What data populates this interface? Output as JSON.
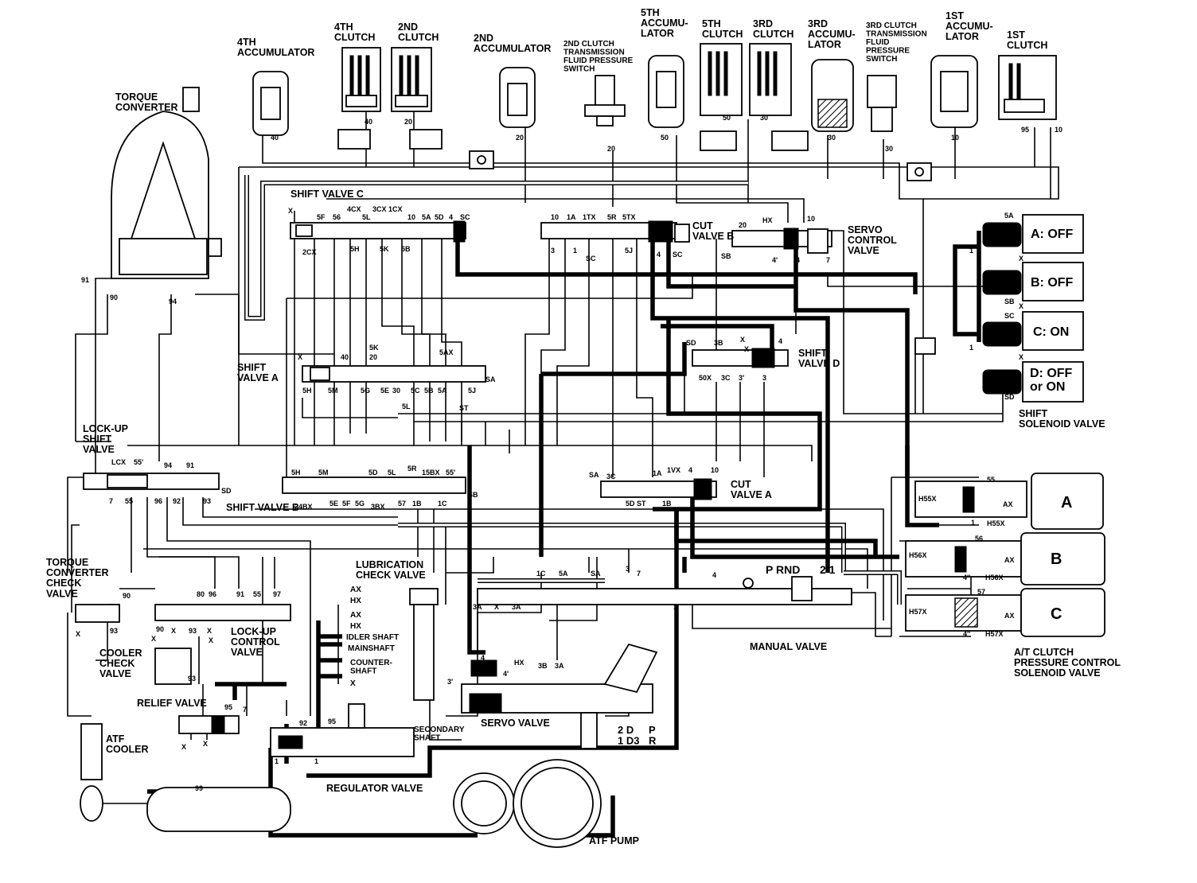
{
  "components": {
    "accumulator_4th": "4TH\nACCUMULATOR",
    "clutch_4th": "4TH\nCLUTCH",
    "clutch_2nd": "2ND\nCLUTCH",
    "accumulator_2nd": "2ND\nACCUMULATOR",
    "switch_2nd": "2ND CLUTCH\nTRANSMISSION\nFLUID PRESSURE\nSWITCH",
    "accumulator_5th": "5TH\nACCUMU-\nLATOR",
    "clutch_5th": "5TH\nCLUTCH",
    "clutch_3rd": "3RD\nCLUTCH",
    "accumulator_3rd": "3RD\nACCUMU-\nLATOR",
    "switch_3rd": "3RD CLUTCH\nTRANSMISSION\nFLUID\nPRESSURE\nSWITCH",
    "accumulator_1st": "1ST\nACCUMU-\nLATOR",
    "clutch_1st": "1ST\nCLUTCH",
    "torque_converter": "TORQUE\nCONVERTER",
    "shift_valve_c": "SHIFT VALVE C",
    "cut_valve_b": "CUT\nVALVE B",
    "servo_control_valve": "SERVO\nCONTROL\nVALVE",
    "shift_valve_a": "SHIFT\nVALVE A",
    "shift_valve_d": "SHIFT\nVALVE D",
    "lock_up_shift_valve": "LOCK-UP\nSHIFT\nVALVE",
    "shift_valve_b": "SHIFT VALVE B",
    "cut_valve_a": "CUT\nVALVE A",
    "shift_solenoid_valve": "SHIFT\nSOLENOID VALVE",
    "torque_converter_check_valve": "TORQUE\nCONVERTER\nCHECK\nVALVE",
    "lubrication_check_valve": "LUBRICATION\nCHECK VALVE",
    "cooler_check_valve": "COOLER\nCHECK\nVALVE",
    "lock_up_control_valve": "LOCK-UP\nCONTROL\nVALVE",
    "manual_valve": "MANUAL VALVE",
    "at_clutch_pcs": "A/T CLUTCH\nPRESSURE CONTROL\nSOLENOID VALVE",
    "relief_valve": "RELIEF VALVE",
    "atf_cooler": "ATF\nCOOLER",
    "servo_valve": "SERVO VALVE",
    "regulator_valve": "REGULATOR VALVE",
    "atf_pump": "ATF PUMP"
  },
  "solenoid_states": {
    "a": "A: OFF",
    "b": "B: OFF",
    "c": "C: ON",
    "d": "D: OFF\nor ON"
  },
  "pcs_boxes": {
    "a": "A",
    "b": "B",
    "c": "C"
  },
  "manual_positions": "P RND",
  "manual_suffix": "2 1",
  "servo_positions": {
    "left": "2 D\n1 D3",
    "right": "P\nR"
  },
  "lube_outlets": [
    "AX",
    "HX",
    "AX",
    "HX",
    "IDLER SHAFT",
    "MAINSHAFT",
    "COUNTER-\nSHAFT",
    "X"
  ],
  "secondary_shaft": "SECONDARY\nSHAFT",
  "ports": {
    "c40a": "40",
    "c20a": "20",
    "c20b": "20",
    "c20c": "20",
    "c50": "50",
    "c30a": "30",
    "c30b": "30",
    "c30c": "30",
    "c10a": "10",
    "c95": "95",
    "c10b": "10",
    "svc_x": "X",
    "svc_5f": "5F",
    "svc_56": "56",
    "svc_4cx": "4CX",
    "svc_5l": "5L",
    "svc_3cx": "3CX",
    "svc_1cx": "1CX",
    "svc_10": "10",
    "svc_5a": "5A",
    "svc_5d": "5D",
    "svc_4": "4",
    "svc_sc": "SC",
    "svc_2cx": "2CX",
    "svc_5h": "5H",
    "svc_5k": "5K",
    "svc_5b": "5B",
    "cvb_10": "10",
    "cvb_1a": "1A",
    "cvb_1tx": "1TX",
    "cvb_5r": "5R",
    "cvb_5tx": "5TX",
    "cvb_3": "3",
    "cvb_1": "1",
    "cvb_sc": "SC",
    "cvb_5j": "5J",
    "cvb_4": "4",
    "cvb_sc2": "SC",
    "scv_20": "20",
    "scv_hx": "HX",
    "scv_10": "10",
    "scv_sb": "SB",
    "scv_4p": "4'",
    "scv_4": "4",
    "scv_7": "7",
    "sol_5a": "5A",
    "sol_1a": "1",
    "sol_xa": "X",
    "sol_sb": "SB",
    "sol_xb": "X",
    "sol_sc": "SC",
    "sol_1c": "1",
    "sol_xc": "X",
    "sol_sd": "SD",
    "sva_x": "X",
    "sva_40": "40",
    "sva_5k": "5K",
    "sva_20": "20",
    "sva_5ax": "5AX",
    "sva_5h": "5H",
    "sva_5m": "5M",
    "sva_5g": "5G",
    "sva_5e": "5E",
    "sva_30": "30",
    "sva_5c": "5C",
    "sva_5b": "5B",
    "sva_5a": "5A",
    "sva_5j": "5J",
    "sva_sa": "SA",
    "sva_5l": "5L",
    "sva_st": "ST",
    "svd_sd": "SD",
    "svd_3b": "3B",
    "svd_x": "X",
    "svd_x2": "X",
    "svd_4": "4",
    "svd_50x": "50X",
    "svd_3c": "3C",
    "svd_3p": "3'",
    "svd_3": "3",
    "lsv_lcx": "LCX",
    "lsv_55p": "55'",
    "lsv_94": "94",
    "lsv_91": "91",
    "lsv_7": "7",
    "lsv_55": "55",
    "lsv_96": "96",
    "lsv_92": "92",
    "lsv_93": "93",
    "lsv_sd": "SD",
    "tc_91": "91",
    "tc_90": "90",
    "tc_94": "94",
    "svb_5h": "5H",
    "svb_5m": "5M",
    "svb_5d": "5D",
    "svb_5l": "5L",
    "svb_5r": "5R",
    "svb_15bx": "15BX",
    "svb_55p": "55'",
    "svb_sb": "SB",
    "svb_24bx": "24BX",
    "svb_5e": "5E",
    "svb_5f": "5F",
    "svb_5g": "5G",
    "svb_3bx": "3BX",
    "svb_57": "57",
    "svb_1b": "1B",
    "svb_1c": "1C",
    "cva_sa": "SA",
    "cva_3c": "3C",
    "cva_1a": "1A",
    "cva_1vx": "1VX",
    "cva_4": "4",
    "cva_10": "10",
    "cva_5d": "5D",
    "cva_st": "ST",
    "cva_1b": "1B",
    "pcs_55": "55",
    "pcs_h55x": "H55X",
    "pcs_ax1": "AX",
    "pcs_1": "1",
    "pcs_h55x2": "H55X",
    "pcs_56": "56",
    "pcs_h56x": "H56X",
    "pcs_ax2": "AX",
    "pcs_4pp": "4''",
    "pcs_h56x2": "H56X",
    "pcs_57": "57",
    "pcs_h57x": "H57X",
    "pcs_ax3": "AX",
    "pcs_4pp2": "4''",
    "pcs_h57x2": "H57X",
    "mv_1c": "1C",
    "mv_5a": "5A",
    "mv_sa": "SA",
    "mv_3": "3",
    "mv_7": "7",
    "mv_4": "4",
    "mv_3a": "3A",
    "mv_x": "X",
    "mv_3a2": "3A",
    "mv_1": "1",
    "tcc_x": "X",
    "tcc_90": "90",
    "tcc_93": "93",
    "luc_90": "90",
    "luc_x": "X",
    "luc_80": "80",
    "luc_96": "96",
    "luc_93": "93",
    "luc_x2": "X",
    "luc_x3": "X",
    "luc_91": "91",
    "luc_55": "55",
    "luc_97": "97",
    "cc_x": "X",
    "cc_93": "93",
    "srv_4": "4",
    "srv_4p": "4'",
    "srv_hx": "HX",
    "srv_3b": "3B",
    "srv_3a": "3A",
    "srv_3p": "3'",
    "rel_95": "95",
    "rel_7": "7",
    "rel_x1": "X",
    "rel_x2": "X",
    "reg_92": "92",
    "reg_95": "95",
    "reg_1": "1",
    "reg_1b": "1",
    "reg_99": "99"
  }
}
